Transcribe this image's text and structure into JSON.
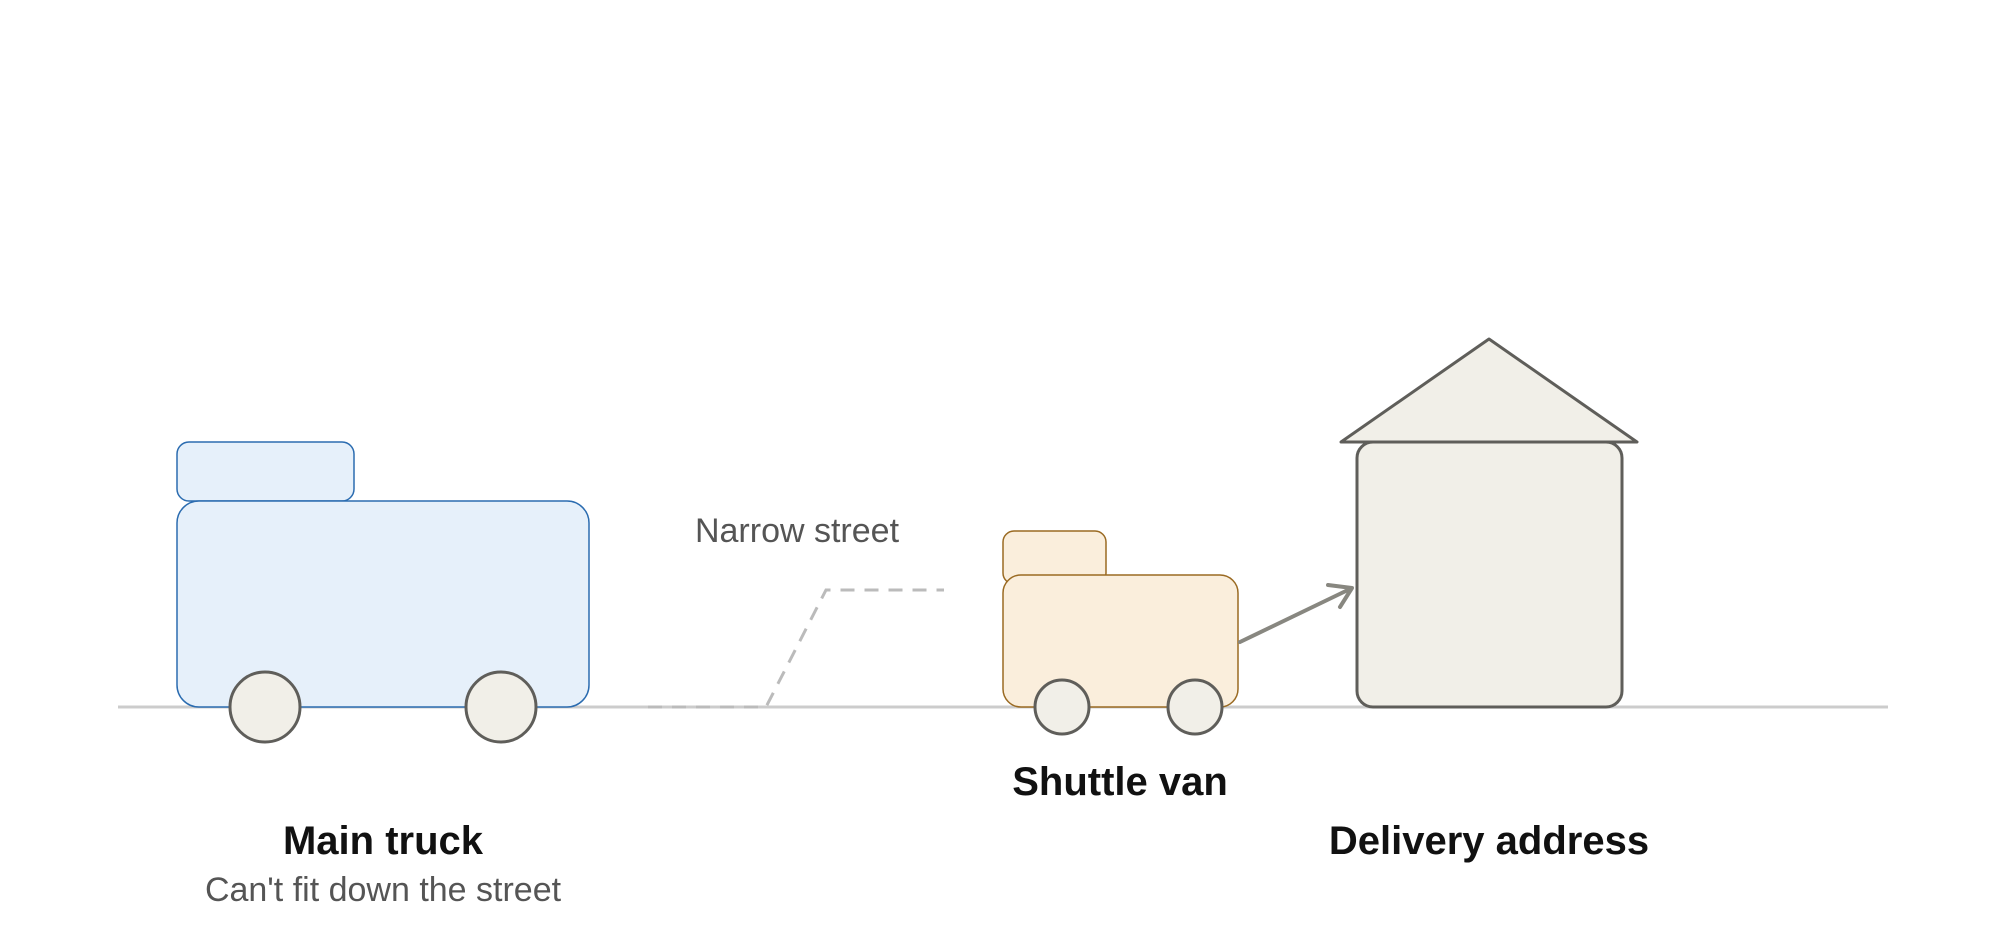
{
  "labels": {
    "narrow_street": "Narrow street",
    "truck_title": "Main truck",
    "truck_subtitle": "Can't fit down the street",
    "van_title": "Shuttle van",
    "house_title": "Delivery address"
  },
  "colors": {
    "truck_fill": "#e6f0fa",
    "truck_stroke": "#2b6cb0",
    "van_fill": "#faeedc",
    "van_stroke": "#9a6a22",
    "house_fill": "#f1efe8",
    "house_stroke": "#5f5e5a",
    "wheel_fill": "#f1efe8",
    "wheel_stroke": "#5f5e5a",
    "road": "#cccccc",
    "dashed_path": "#bbbbbb",
    "arrow": "#888780",
    "title_text": "#111111",
    "sub_text": "#555555"
  }
}
